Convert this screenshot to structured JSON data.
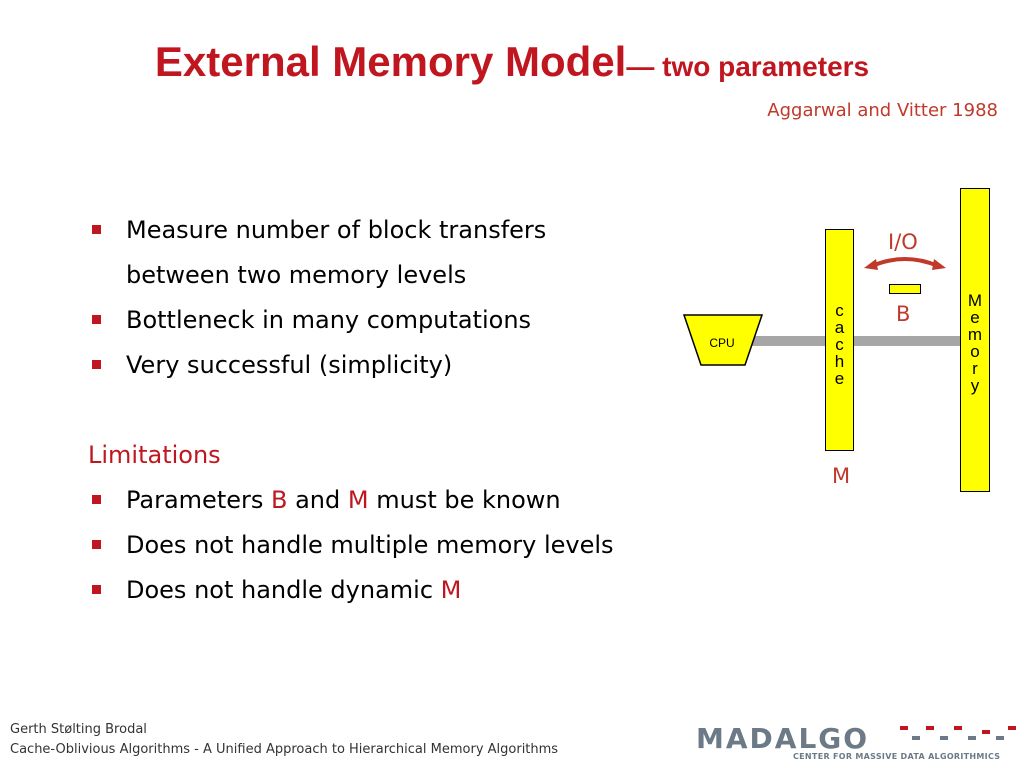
{
  "slide": {
    "title_main": "External Memory Model",
    "title_sub": "— two parameters",
    "attribution": "Aggarwal and Vitter 1988"
  },
  "bullets": [
    {
      "line1": "Measure number of block transfers",
      "line2": "between two memory levels"
    },
    {
      "text": "Bottleneck in many computations"
    },
    {
      "text": "Very successful (simplicity)"
    }
  ],
  "limitations": {
    "heading": "Limitations",
    "items": [
      {
        "pre": "Parameters ",
        "b": "B",
        "mid": " and ",
        "m": "M",
        "post": " must be known"
      },
      {
        "text": "Does not handle multiple memory levels"
      },
      {
        "pre": "Does not handle dynamic ",
        "m": "M"
      }
    ]
  },
  "diagram": {
    "cpu_label": "CPU",
    "cache_label": "cache",
    "memory_label": "Memory",
    "io_label": "I/O",
    "block_label": "B",
    "cache_size_label": "M"
  },
  "footer": {
    "author": "Gerth Stølting Brodal",
    "course": "Cache-Oblivious Algorithms - A Unified Approach to Hierarchical Memory Algorithms"
  },
  "logo": {
    "name": "MADALGO",
    "tagline": "CENTER FOR MASSIVE DATA ALGORITHMICS"
  },
  "colors": {
    "accent": "#c0161f",
    "highlight": "#ffff00",
    "bus": "#a6a6a6"
  }
}
